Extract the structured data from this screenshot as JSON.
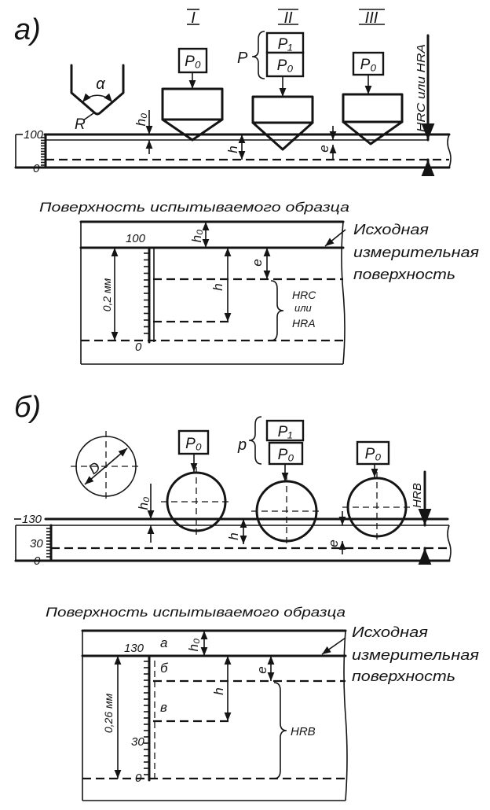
{
  "figure_a": {
    "panel_label": "а)",
    "stage_numerals": [
      "I",
      "II",
      "III"
    ],
    "cone_angle_label": "α",
    "cone_radius_label": "R",
    "preload_label": "P₀",
    "main_load_label": "P₁",
    "total_load_label": "P",
    "dimension_labels": {
      "h0": "h₀",
      "h": "h",
      "e": "e"
    },
    "hardness_axis_label": "HRC или HRA",
    "scale": {
      "top": "100",
      "bottom": "0"
    },
    "detail": {
      "title": "Поверхность испытываемого образца",
      "scale_top": "100",
      "scale_bottom": "0",
      "depth_span": "0,2 мм",
      "h0": "h₀",
      "h": "h",
      "e": "e",
      "hardness_lines": [
        "HRC",
        "или",
        "HRA"
      ],
      "reference_surface_lines": [
        "Исходная",
        "измерительная",
        "поверхность"
      ]
    }
  },
  "figure_b": {
    "panel_label": "б)",
    "ball_diameter_label": "D",
    "preload_label": "P₀",
    "main_load_label": "P₁",
    "total_load_label": "p",
    "dimension_labels": {
      "h0": "h₀",
      "h": "h",
      "e": "e"
    },
    "hardness_axis_label": "HRB",
    "scale": {
      "top": "130",
      "mid": "30",
      "bottom": "0"
    },
    "detail": {
      "title": "Поверхность испытываемого образца",
      "scale_top": "130",
      "scale_mid": "30",
      "scale_bottom": "0",
      "position_labels": [
        "а",
        "б",
        "в"
      ],
      "depth_span": "0,26 мм",
      "h0": "h₀",
      "h": "h",
      "e": "e",
      "hardness_label": "HRB",
      "reference_surface_lines": [
        "Исходная",
        "измерительная",
        "поверхность"
      ]
    }
  }
}
